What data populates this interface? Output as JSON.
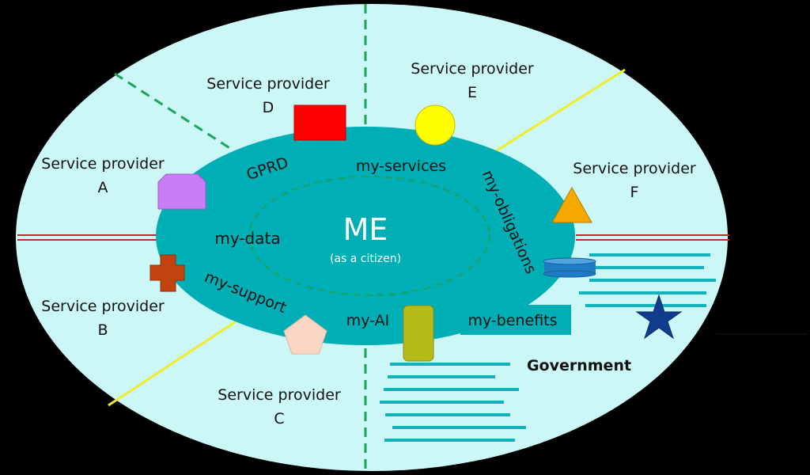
{
  "center": {
    "title": "ME",
    "subtitle": "(as a citizen)"
  },
  "inner_labels": {
    "gprd": "GPRD",
    "services": "my-services",
    "obligations": "my-obligations",
    "data": "my-data",
    "support": "my-support",
    "ai": "my-AI",
    "benefits": "my-benefits"
  },
  "providers": {
    "a": {
      "line1": "Service provider",
      "line2": "A"
    },
    "b": {
      "line1": "Service provider",
      "line2": "B"
    },
    "c": {
      "line1": "Service provider",
      "line2": "C"
    },
    "d": {
      "line1": "Service provider",
      "line2": "D"
    },
    "e": {
      "line1": "Service provider",
      "line2": "E"
    },
    "f": {
      "line1": "Service provider",
      "line2": "F"
    }
  },
  "government": {
    "label": "Government"
  },
  "icons": {
    "a": "purple-tab-shape",
    "b": "brown-cross",
    "c": "pink-pentagon",
    "d": "red-rectangle",
    "e": "yellow-circle",
    "f": "orange-triangle",
    "ai": "olive-rounded-rect",
    "gov_a": "blue-cylinder",
    "gov_b": "navy-star"
  },
  "colors": {
    "background": "#000000",
    "outer_ellipse": "#CCF7F7",
    "inner_ellipse": "#00AEB5",
    "label_text": "#111111",
    "center_text": "#FFFFFF",
    "divider_green": "#1AA35A",
    "divider_yellow": "#F2EC2C",
    "divider_red": "#C1272D",
    "gov_lines": "#14B3BB"
  }
}
